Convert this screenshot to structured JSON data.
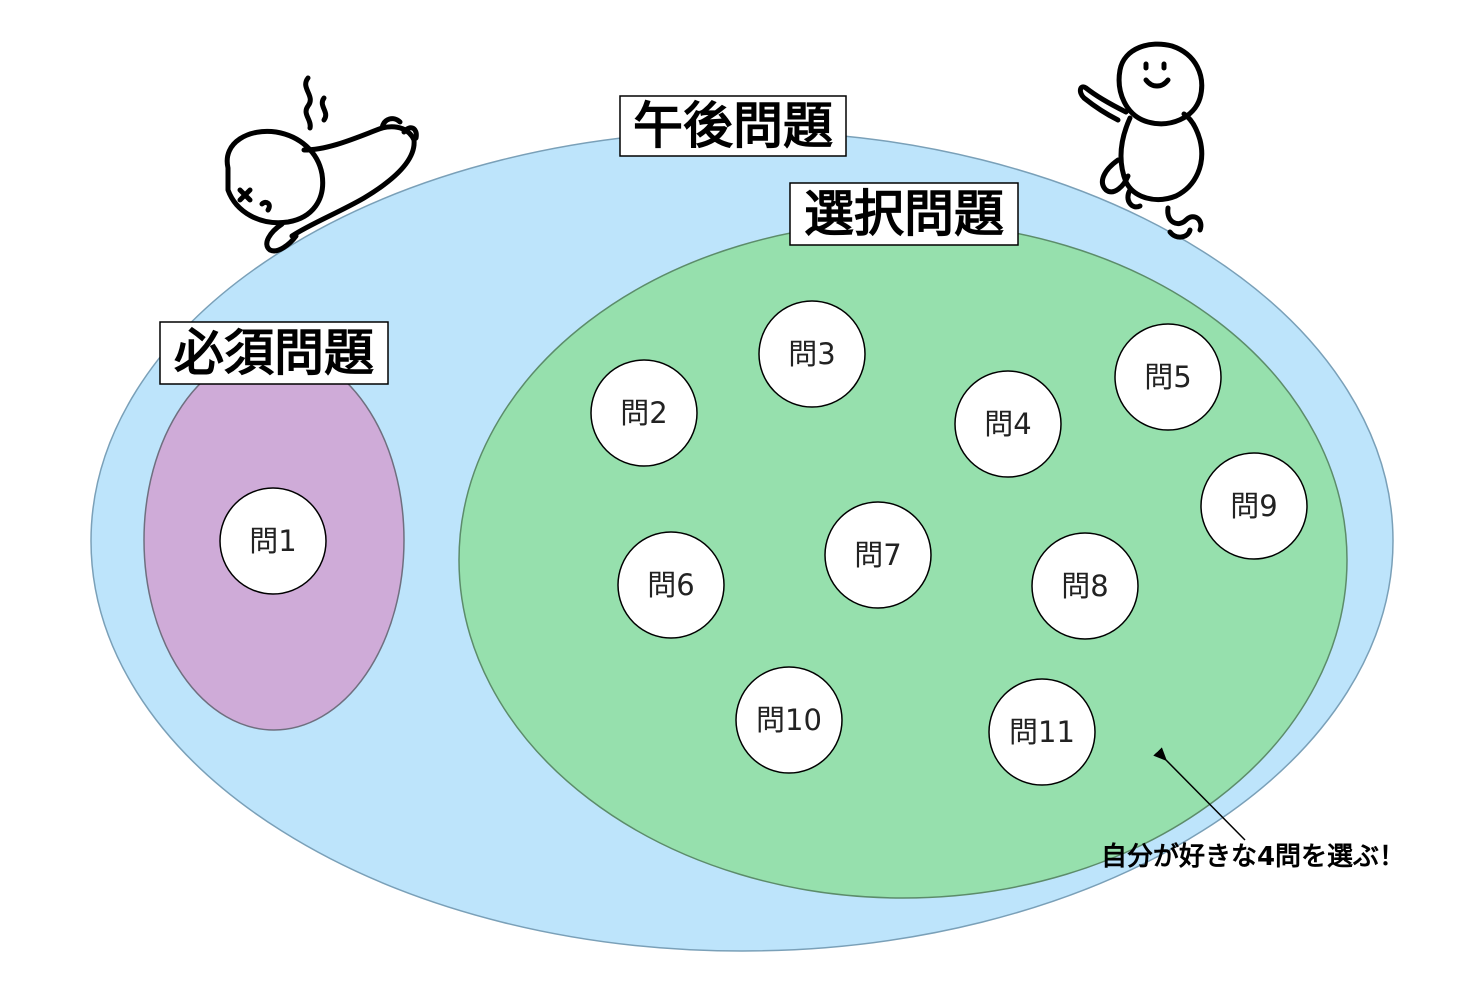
{
  "groups": {
    "afternoon": {
      "label": "午後問題",
      "fill": "#bde4fb",
      "stroke": "#7aa0b8"
    },
    "elective": {
      "label": "選択問題",
      "fill": "#96e0ad",
      "stroke": "#5c8c6a"
    },
    "required": {
      "label": "必須問題",
      "fill": "#cfabd8",
      "stroke": "#6f6f7f"
    }
  },
  "questions": [
    {
      "label": "問1",
      "group": "required"
    },
    {
      "label": "問2",
      "group": "elective"
    },
    {
      "label": "問3",
      "group": "elective"
    },
    {
      "label": "問4",
      "group": "elective"
    },
    {
      "label": "問5",
      "group": "elective"
    },
    {
      "label": "問6",
      "group": "elective"
    },
    {
      "label": "問7",
      "group": "elective"
    },
    {
      "label": "問8",
      "group": "elective"
    },
    {
      "label": "問9",
      "group": "elective"
    },
    {
      "label": "問10",
      "group": "elective"
    },
    {
      "label": "問11",
      "group": "elective"
    }
  ],
  "annotation": {
    "text": "自分が好きな4問を選ぶ！"
  },
  "characters": [
    {
      "name": "collapsed-character",
      "expression": "dizzy"
    },
    {
      "name": "jumping-character",
      "expression": "smiling"
    }
  ]
}
